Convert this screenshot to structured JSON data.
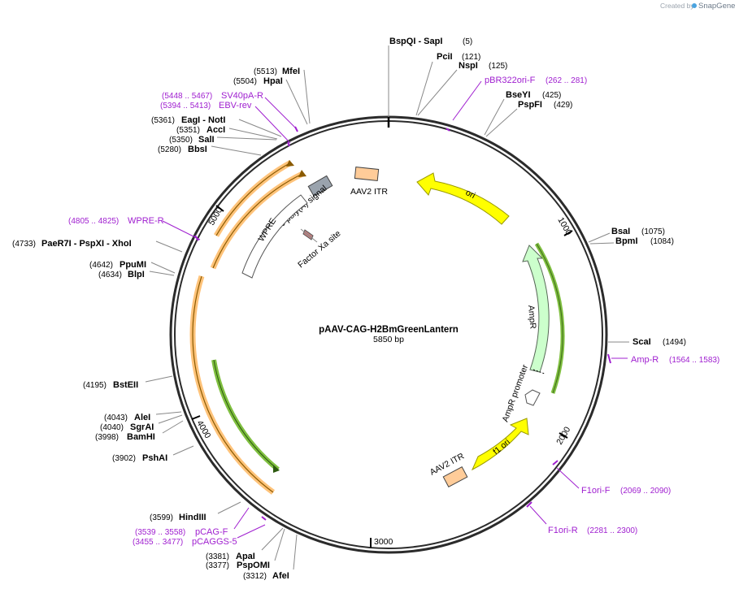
{
  "credit": {
    "prefix": "Created by",
    "brand": "SnapGene"
  },
  "plasmid": {
    "name": "pAAV-CAG-H2BmGreenLantern",
    "length_label": "5850 bp",
    "length_bp": 5850
  },
  "ticks": [
    "1000",
    "2000",
    "3000",
    "4000",
    "5000"
  ],
  "enzymes": [
    {
      "name": "BspQI  - SapI",
      "pos": "(5)"
    },
    {
      "name": "PciI",
      "pos": "(121)"
    },
    {
      "name": "NspI",
      "pos": "(125)"
    },
    {
      "name": "BseYI",
      "pos": "(425)"
    },
    {
      "name": "PspFI",
      "pos": "(429)"
    },
    {
      "name": "BsaI",
      "pos": "(1075)"
    },
    {
      "name": "BpmI",
      "pos": "(1084)"
    },
    {
      "name": "ScaI",
      "pos": "(1494)"
    },
    {
      "name": "AfeI",
      "pos": "(3312)"
    },
    {
      "name": "PspOMI",
      "pos": "(3377)"
    },
    {
      "name": "ApaI",
      "pos": "(3381)"
    },
    {
      "name": "HindIII",
      "pos": "(3599)"
    },
    {
      "name": "PshAI",
      "pos": "(3902)"
    },
    {
      "name": "BamHI",
      "pos": "(3998)"
    },
    {
      "name": "SgrAI",
      "pos": "(4040)"
    },
    {
      "name": "AleI",
      "pos": "(4043)"
    },
    {
      "name": "BstEII",
      "pos": "(4195)"
    },
    {
      "name": "BlpI",
      "pos": "(4634)"
    },
    {
      "name": "PpuMI",
      "pos": "(4642)"
    },
    {
      "name": "PaeR7I  - PspXI  - XhoI",
      "pos": "(4733)"
    },
    {
      "name": "BbsI",
      "pos": "(5280)"
    },
    {
      "name": "SalI",
      "pos": "(5350)"
    },
    {
      "name": "AccI",
      "pos": "(5351)"
    },
    {
      "name": "EagI  - NotI",
      "pos": "(5361)"
    },
    {
      "name": "HpaI",
      "pos": "(5504)"
    },
    {
      "name": "MfeI",
      "pos": "(5513)"
    }
  ],
  "primers": [
    {
      "name": "pBR322ori-F",
      "range": "(262 .. 281)"
    },
    {
      "name": "Amp-R",
      "range": "(1564 .. 1583)"
    },
    {
      "name": "F1ori-F",
      "range": "(2069 .. 2090)"
    },
    {
      "name": "F1ori-R",
      "range": "(2281 .. 2300)"
    },
    {
      "name": "pCAG-F",
      "range": "(3539 .. 3558)"
    },
    {
      "name": "pCAGGS-5",
      "range": "(3455 .. 3477)"
    },
    {
      "name": "WPRE-R",
      "range": "(4805 .. 4825)"
    },
    {
      "name": "SV40pA-R",
      "range": "(5448 .. 5467)"
    },
    {
      "name": "EBV-rev",
      "range": "(5394 .. 5413)"
    }
  ],
  "features": {
    "ori": "ori",
    "ampr": "AmpR",
    "ampr_promoter": "AmpR promoter",
    "f1_ori": "f1 ori",
    "aav2_itr_right": "AAV2 ITR",
    "aav2_itr_left": "AAV2 ITR",
    "wpre": "WPRE",
    "sv40_polya": "SV40 poly(A) signal",
    "factor_xa": "Factor Xa site"
  },
  "colors": {
    "ori": "#ffff00",
    "ampr": "#ccffcc",
    "promoter": "#ffffff",
    "itr": "#ffcc99",
    "polya": "#9aa3ad",
    "cds_green": "#7fbf3f",
    "cds_orange": "#ffc37a",
    "primer": "#a020d0"
  }
}
